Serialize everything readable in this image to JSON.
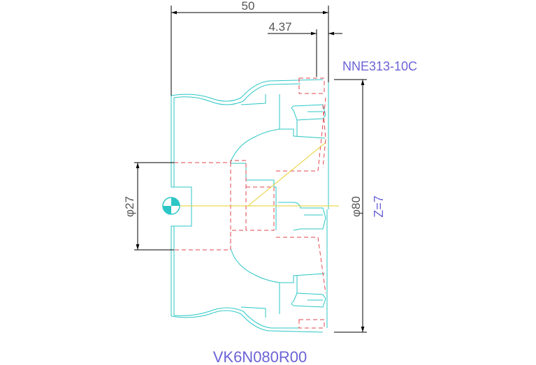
{
  "dimensions": {
    "overall_length": "50",
    "insert_offset": "4.37",
    "bore_diameter": "φ27",
    "cutter_diameter": "φ80"
  },
  "labels": {
    "insert_code": "NNE313-10C",
    "teeth_count": "Z=7",
    "model_number": "VK6N080R00"
  },
  "colors": {
    "outline": "#2cc6c6",
    "hidden_lines": "#e2454f",
    "center_line": "#e6cf2e",
    "dimension": "#000000",
    "blue_text": "#6b63d6"
  }
}
